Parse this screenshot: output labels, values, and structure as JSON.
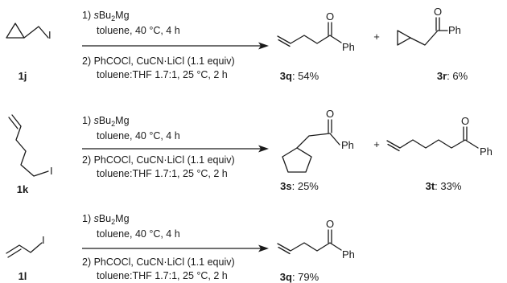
{
  "reactions": [
    {
      "substrate": {
        "label": "1j"
      },
      "conditions": {
        "step1": {
          "prefix": "1) ",
          "reagent_italic": "s",
          "reagent": "Bu",
          "sub": "2",
          "tail": "Mg"
        },
        "line2": "toluene, 40 °C, 4 h",
        "line3": "2) PhCOCl, CuCN·LiCl (1.1 equiv)",
        "line4": "toluene:THF 1.7:1, 25 °C, 2 h"
      },
      "plus": "+",
      "products": [
        {
          "label": "3q",
          "yield": ": 54%",
          "atoms": {
            "o": "O",
            "ph": "Ph"
          }
        },
        {
          "label": "3r",
          "yield": ": 6%",
          "atoms": {
            "o": "O",
            "ph": "Ph"
          }
        }
      ]
    },
    {
      "substrate": {
        "label": "1k",
        "atom": "I"
      },
      "conditions": {
        "step1": {
          "prefix": "1) ",
          "reagent_italic": "s",
          "reagent": "Bu",
          "sub": "2",
          "tail": "Mg"
        },
        "line2": "toluene, 40 °C, 4 h",
        "line3": "2) PhCOCl, CuCN·LiCl (1.1 equiv)",
        "line4": "toluene:THF 1.7:1, 25 °C, 2 h"
      },
      "plus": "+",
      "products": [
        {
          "label": "3s",
          "yield": ": 25%",
          "atoms": {
            "o": "O",
            "ph": "Ph"
          }
        },
        {
          "label": "3t",
          "yield": ": 33%",
          "atoms": {
            "o": "O",
            "ph": "Ph"
          }
        }
      ]
    },
    {
      "substrate": {
        "label": "1l",
        "atom": "I"
      },
      "conditions": {
        "step1": {
          "prefix": "1) ",
          "reagent_italic": "s",
          "reagent": "Bu",
          "sub": "2",
          "tail": "Mg"
        },
        "line2": "toluene, 40 °C, 4 h",
        "line3": "2) PhCOCl, CuCN·LiCl (1.1 equiv)",
        "line4": "toluene:THF 1.7:1, 25 °C, 2 h"
      },
      "products": [
        {
          "label": "3q",
          "yield": ": 79%",
          "atoms": {
            "o": "O",
            "ph": "Ph"
          }
        }
      ]
    }
  ],
  "substrate_1j_atom": "I",
  "colors": {
    "ink": "#1a1a1a",
    "background": "#ffffff"
  }
}
